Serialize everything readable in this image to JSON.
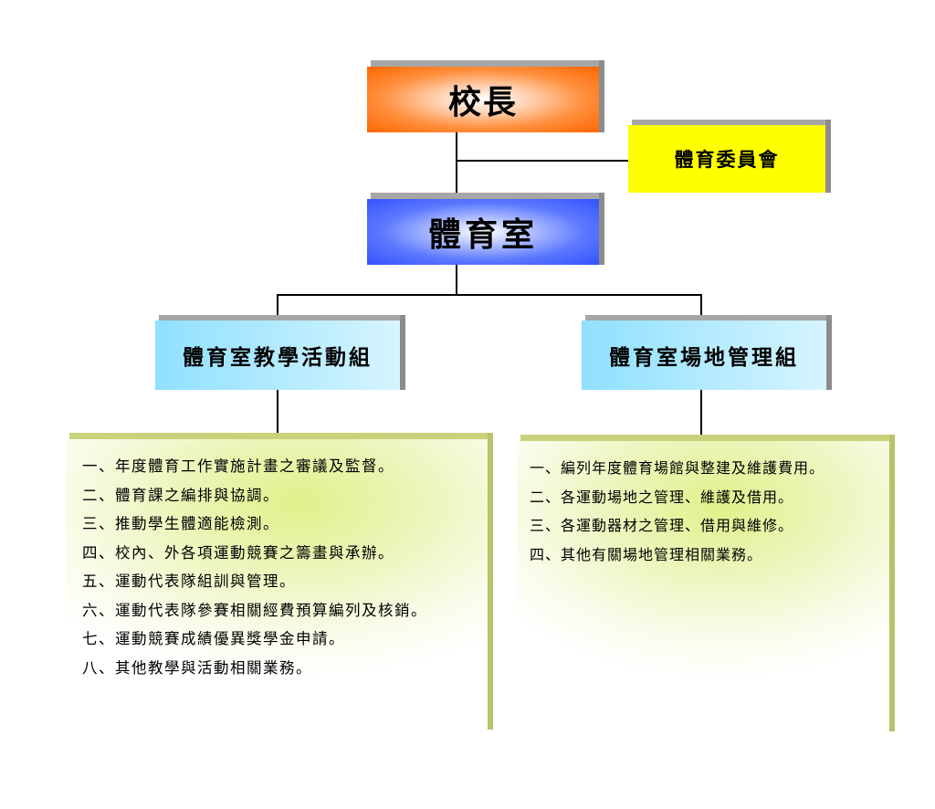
{
  "principal": {
    "label": "校長"
  },
  "committee": {
    "label": "體育委員會"
  },
  "pe_office": {
    "label": "體育室"
  },
  "groups": {
    "teaching": {
      "label": "體育室教學活動組",
      "duties": [
        "一、年度體育工作實施計畫之審議及監督。",
        "二、體育課之編排與協調。",
        "三、推動學生體適能檢測。",
        "四、校內、外各項運動競賽之籌畫與承辦。",
        "五、運動代表隊組訓與管理。",
        "六、運動代表隊參賽相關經費預算編列及核銷。",
        "七、運動競賽成績優異獎學金申請。",
        "八、其他教學與活動相關業務。"
      ]
    },
    "venue": {
      "label": "體育室場地管理組",
      "duties": [
        "一、編列年度體育場館與整建及維護費用。",
        "二、各運動場地之管理、維護及借用。",
        "三、各運動器材之管理、借用與維修。",
        "四、其他有關場地管理相關業務。"
      ]
    }
  },
  "colors": {
    "principal": "#ff6600",
    "committee": "#ffff00",
    "pe_office": "#3352ff",
    "group": "#8fe0ff",
    "panel_edge": "#c8d27a"
  }
}
